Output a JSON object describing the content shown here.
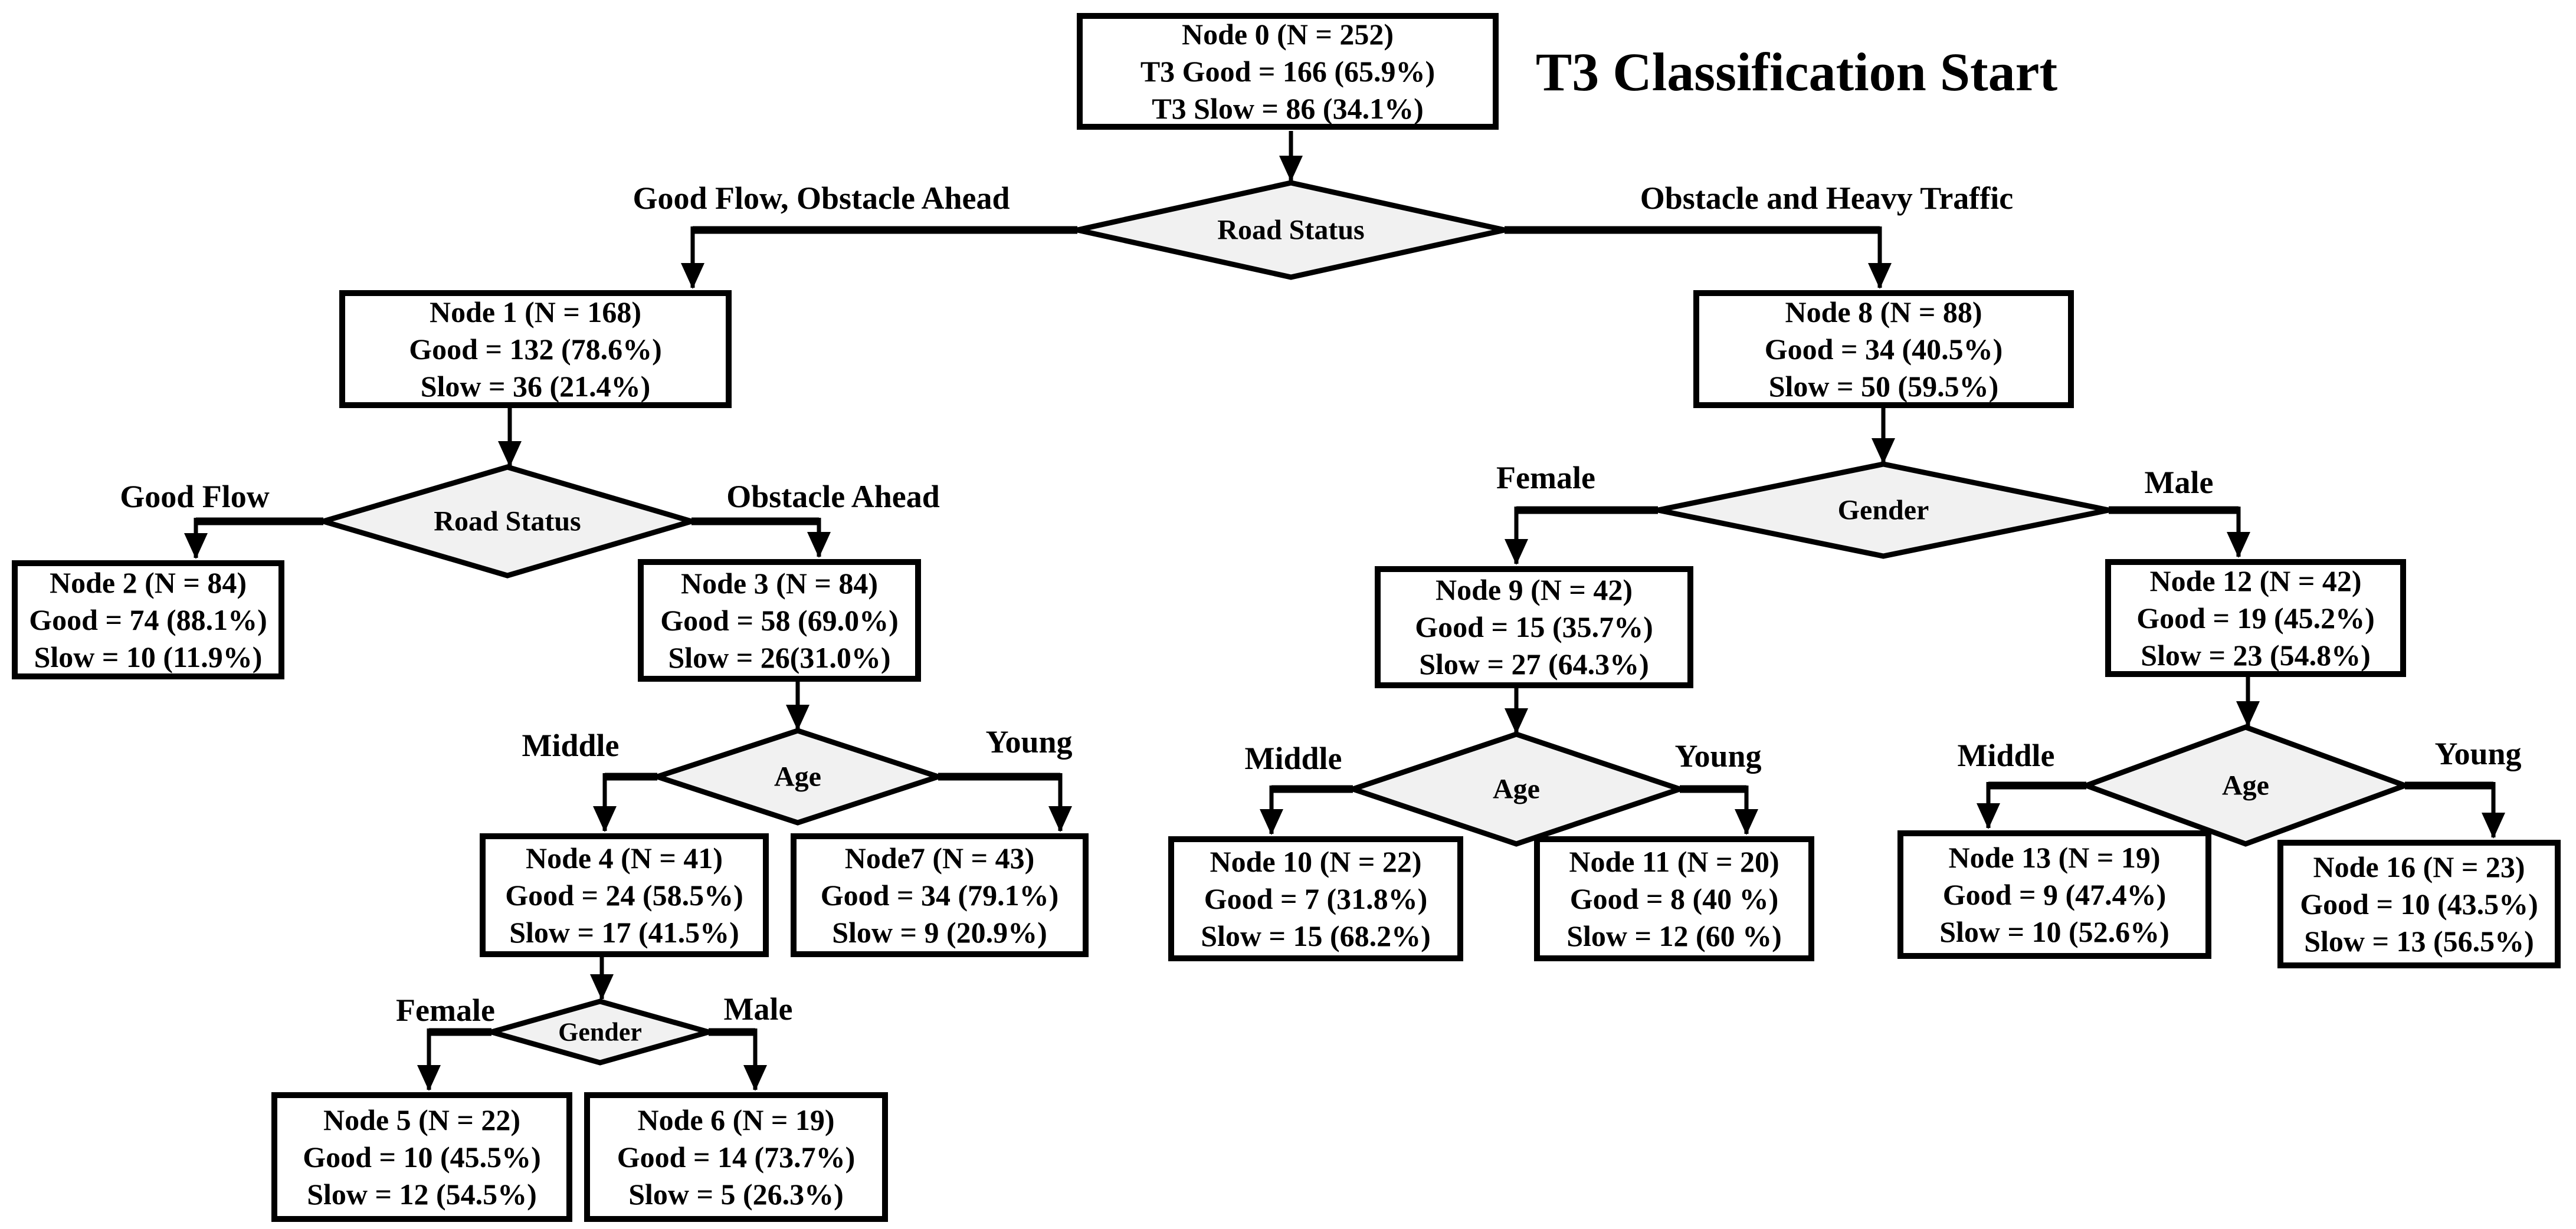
{
  "title": "T3 Classification Start",
  "colors": {
    "line": "#000000",
    "diamond_fill": "#f1f1f1",
    "node_fill": "#ffffff",
    "text": "#000000"
  },
  "decisions": {
    "road_status_top": "Road Status",
    "road_status_mid": "Road Status",
    "gender_left": "Gender",
    "gender_right": "Gender",
    "age_left": "Age",
    "age_right_1": "Age",
    "age_right_2": "Age"
  },
  "branches": {
    "rs_top_left": "Good Flow, Obstacle Ahead",
    "rs_top_right": "Obstacle and Heavy Traffic",
    "rs_mid_left": "Good Flow",
    "rs_mid_right": "Obstacle Ahead",
    "age_left_left": "Middle",
    "age_left_right": "Young",
    "gender_left_left": "Female",
    "gender_left_right": "Male",
    "gender_right_left": "Female",
    "gender_right_right": "Male",
    "age_r1_left": "Middle",
    "age_r1_right": "Young",
    "age_r2_left": "Middle",
    "age_r2_right": "Young"
  },
  "nodes": {
    "n0": {
      "line1": "Node 0 (N = 252)",
      "line2": "T3 Good = 166 (65.9%)",
      "line3": "T3 Slow = 86 (34.1%)"
    },
    "n1": {
      "line1": "Node 1 (N = 168)",
      "line2": "Good = 132 (78.6%)",
      "line3": "Slow = 36 (21.4%)"
    },
    "n2": {
      "line1": "Node 2 (N = 84)",
      "line2": "Good = 74 (88.1%)",
      "line3": "Slow = 10 (11.9%)"
    },
    "n3": {
      "line1": "Node 3 (N = 84)",
      "line2": "Good = 58 (69.0%)",
      "line3": "Slow = 26(31.0%)"
    },
    "n4": {
      "line1": "Node 4 (N = 41)",
      "line2": "Good = 24 (58.5%)",
      "line3": "Slow = 17 (41.5%)"
    },
    "n5": {
      "line1": "Node 5 (N = 22)",
      "line2": "Good = 10 (45.5%)",
      "line3": "Slow = 12 (54.5%)"
    },
    "n6": {
      "line1": "Node 6 (N = 19)",
      "line2": "Good = 14 (73.7%)",
      "line3": "Slow = 5 (26.3%)"
    },
    "n7": {
      "line1": "Node7 (N = 43)",
      "line2": "Good = 34 (79.1%)",
      "line3": "Slow = 9 (20.9%)"
    },
    "n8": {
      "line1": "Node 8 (N = 88)",
      "line2": "Good = 34 (40.5%)",
      "line3": "Slow = 50 (59.5%)"
    },
    "n9": {
      "line1": "Node 9 (N = 42)",
      "line2": "Good = 15 (35.7%)",
      "line3": "Slow = 27 (64.3%)"
    },
    "n10": {
      "line1": "Node 10 (N = 22)",
      "line2": "Good = 7 (31.8%)",
      "line3": "Slow = 15 (68.2%)"
    },
    "n11": {
      "line1": "Node 11 (N = 20)",
      "line2": "Good = 8 (40 %)",
      "line3": "Slow = 12 (60 %)"
    },
    "n12": {
      "line1": "Node 12 (N = 42)",
      "line2": "Good = 19 (45.2%)",
      "line3": "Slow = 23 (54.8%)"
    },
    "n13": {
      "line1": "Node 13 (N = 19)",
      "line2": "Good = 9 (47.4%)",
      "line3": "Slow = 10 (52.6%)"
    },
    "n16": {
      "line1": "Node 16 (N = 23)",
      "line2": "Good = 10 (43.5%)",
      "line3": "Slow = 13 (56.5%)"
    }
  }
}
